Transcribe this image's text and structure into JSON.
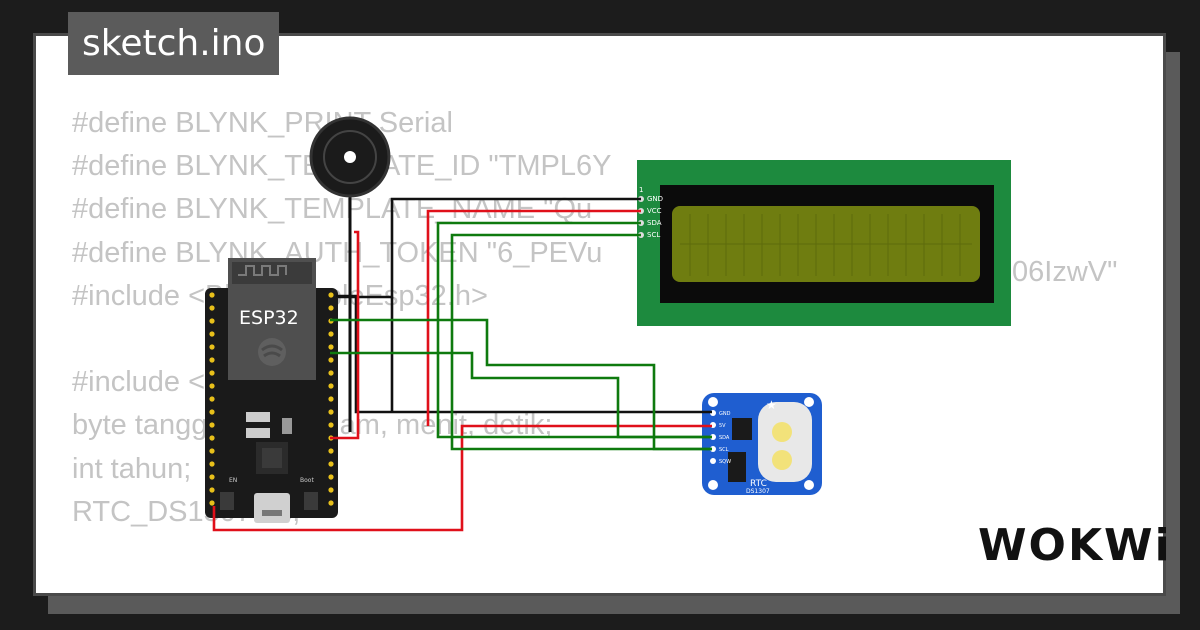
{
  "file_tab": {
    "label": "sketch.ino"
  },
  "code_lines": [
    "#define BLYNK_PRINT Serial",
    "#define BLYNK_TEMPLATE_ID \"TMPL6Y",
    "#define BLYNK_TEMPLATE_NAME \"Qu",
    "#define BLYNK_AUTH_TOKEN \"6_PEVu",
    "#include <BlynkSimpleEsp32.h>",
    "",
    "#include <RTClib.h>",
    "byte tanggal, bulan, jam, menit, detik;",
    "int tahun;",
    "RTC_DS1307 rtc;"
  ],
  "token_suffix": "06IzwV\"",
  "esp32": {
    "label": "ESP32",
    "en_label": "EN",
    "boot_label": "Boot"
  },
  "lcd": {
    "pin1": "1",
    "pins": [
      "GND",
      "VCC",
      "SDA",
      "SCL"
    ]
  },
  "rtc": {
    "label": "RTC",
    "model": "DS1307",
    "pins": [
      "GND",
      "5V",
      "SDA",
      "SCL",
      "SQW"
    ]
  },
  "brand": {
    "logo": "WOKWi"
  },
  "colors": {
    "wire_red": "#e0101a",
    "wire_black": "#111111",
    "wire_green": "#0e7a0e",
    "lcd_board": "#1d8a3e",
    "lcd_screen": "#6f7d10",
    "rtc_board": "#1f5ed0"
  }
}
